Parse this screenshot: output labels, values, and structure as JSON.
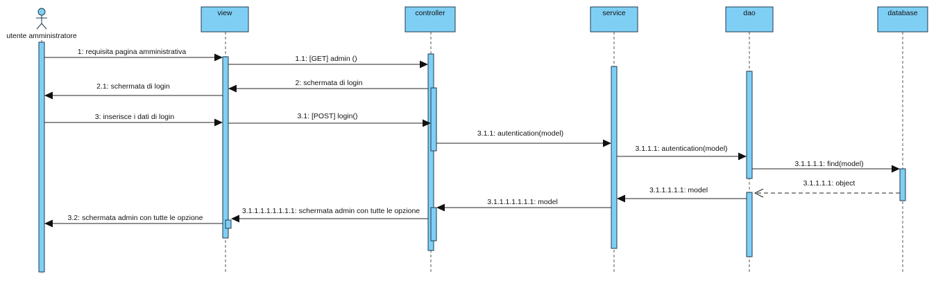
{
  "colors": {
    "fill": "#7fcff5",
    "stroke": "#1f3a4d",
    "line": "#222222"
  },
  "actor": {
    "label": "utente amministratore"
  },
  "lifelines": [
    {
      "id": "view",
      "label": "view"
    },
    {
      "id": "controller",
      "label": "controller"
    },
    {
      "id": "service",
      "label": "service"
    },
    {
      "id": "dao",
      "label": "dao"
    },
    {
      "id": "database",
      "label": "database"
    }
  ],
  "messages": [
    {
      "id": "m1",
      "label": "1: requisita pagina amministrativa",
      "kind": "sync"
    },
    {
      "id": "m2",
      "label": "1.1: [GET] admin ()",
      "kind": "sync"
    },
    {
      "id": "m3",
      "label": "2: schermata di login",
      "kind": "sync"
    },
    {
      "id": "m4",
      "label": "2.1: schermata di login",
      "kind": "sync"
    },
    {
      "id": "m5",
      "label": "3: inserisce i dati di login",
      "kind": "sync"
    },
    {
      "id": "m6",
      "label": "3.1: [POST] login()",
      "kind": "sync"
    },
    {
      "id": "m7",
      "label": "3.1.1: autentication(model)",
      "kind": "sync"
    },
    {
      "id": "m8",
      "label": "3.1.1.1: autentication(model)",
      "kind": "sync"
    },
    {
      "id": "m9",
      "label": "3.1.1.1.1: find(model)",
      "kind": "sync"
    },
    {
      "id": "m10",
      "label": "3.1.1.1.1: object",
      "kind": "return"
    },
    {
      "id": "m11",
      "label": "3.1.1.1.1.1: model",
      "kind": "sync"
    },
    {
      "id": "m12",
      "label": "3.1.1.1.1.1.1.1: model",
      "kind": "sync"
    },
    {
      "id": "m13",
      "label": "3.1.1.1.1.1.1.1.1: schermata admin con tutte le opzione",
      "kind": "sync"
    },
    {
      "id": "m14",
      "label": "3.2: schermata admin con tutte le opzione",
      "kind": "sync"
    }
  ]
}
